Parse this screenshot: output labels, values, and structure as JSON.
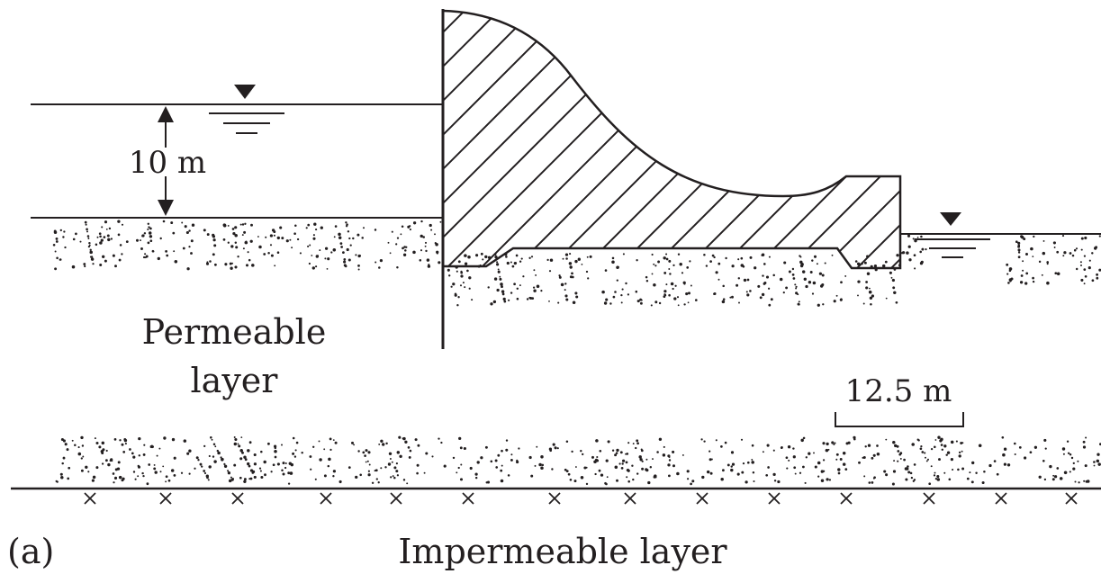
{
  "labels": {
    "head": "10 m",
    "permeable_line1": "Permeable",
    "permeable_line2": "layer",
    "scale": "12.5 m",
    "figure_tag": "(a)",
    "impermeable": "Impermeable layer"
  },
  "colors": {
    "ink": "#231f20",
    "background": "#ffffff"
  },
  "icons": {
    "upstream_water_level": "water-level-triangle-icon",
    "downstream_water_level": "water-level-triangle-icon"
  }
}
